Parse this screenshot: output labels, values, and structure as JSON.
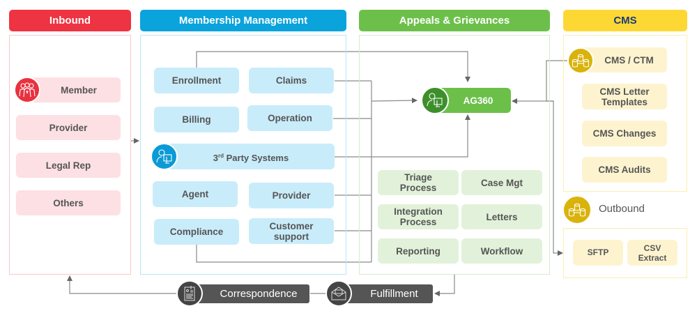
{
  "colors": {
    "inbound": "#ee3342",
    "membership": "#0aa3dc",
    "appeals": "#6cc04a",
    "cms": "#fdd835",
    "connector": "#777777",
    "dark_pill": "#555555"
  },
  "inbound": {
    "title": "Inbound",
    "items": [
      {
        "label": "Member",
        "icon": "people-group-icon"
      },
      {
        "label": "Provider"
      },
      {
        "label": "Legal Rep"
      },
      {
        "label": "Others"
      }
    ]
  },
  "membership": {
    "title": "Membership Management",
    "items": {
      "enrollment": "Enrollment",
      "claims": "Claims",
      "billing": "Billing",
      "operation": "Operation",
      "third_party_prefix": "3",
      "third_party_sup": "rd",
      "third_party_suffix": " Party Systems",
      "agent": "Agent",
      "provider": "Provider",
      "compliance": "Compliance",
      "customer_support_line1": "Customer",
      "customer_support_line2": "support"
    }
  },
  "appeals": {
    "title": "Appeals & Grievances",
    "hub": "AG360",
    "items": {
      "triage_line1": "Triage",
      "triage_line2": "Process",
      "case_mgt": "Case Mgt",
      "integration_line1": "Integration",
      "integration_line2": "Process",
      "letters": "Letters",
      "reporting": "Reporting",
      "workflow": "Workflow"
    }
  },
  "cms": {
    "title": "CMS",
    "items": {
      "cms_ctm": "CMS / CTM",
      "letter_templates_line1": "CMS Letter",
      "letter_templates_line2": "Templates",
      "changes": "CMS Changes",
      "audits": "CMS Audits"
    },
    "outbound_label": "Outbound",
    "outbound_items": {
      "sftp": "SFTP",
      "csv_line1": "CSV",
      "csv_line2": "Extract"
    }
  },
  "bottom": {
    "correspondence": "Correspondence",
    "fulfillment": "Fulfillment"
  }
}
